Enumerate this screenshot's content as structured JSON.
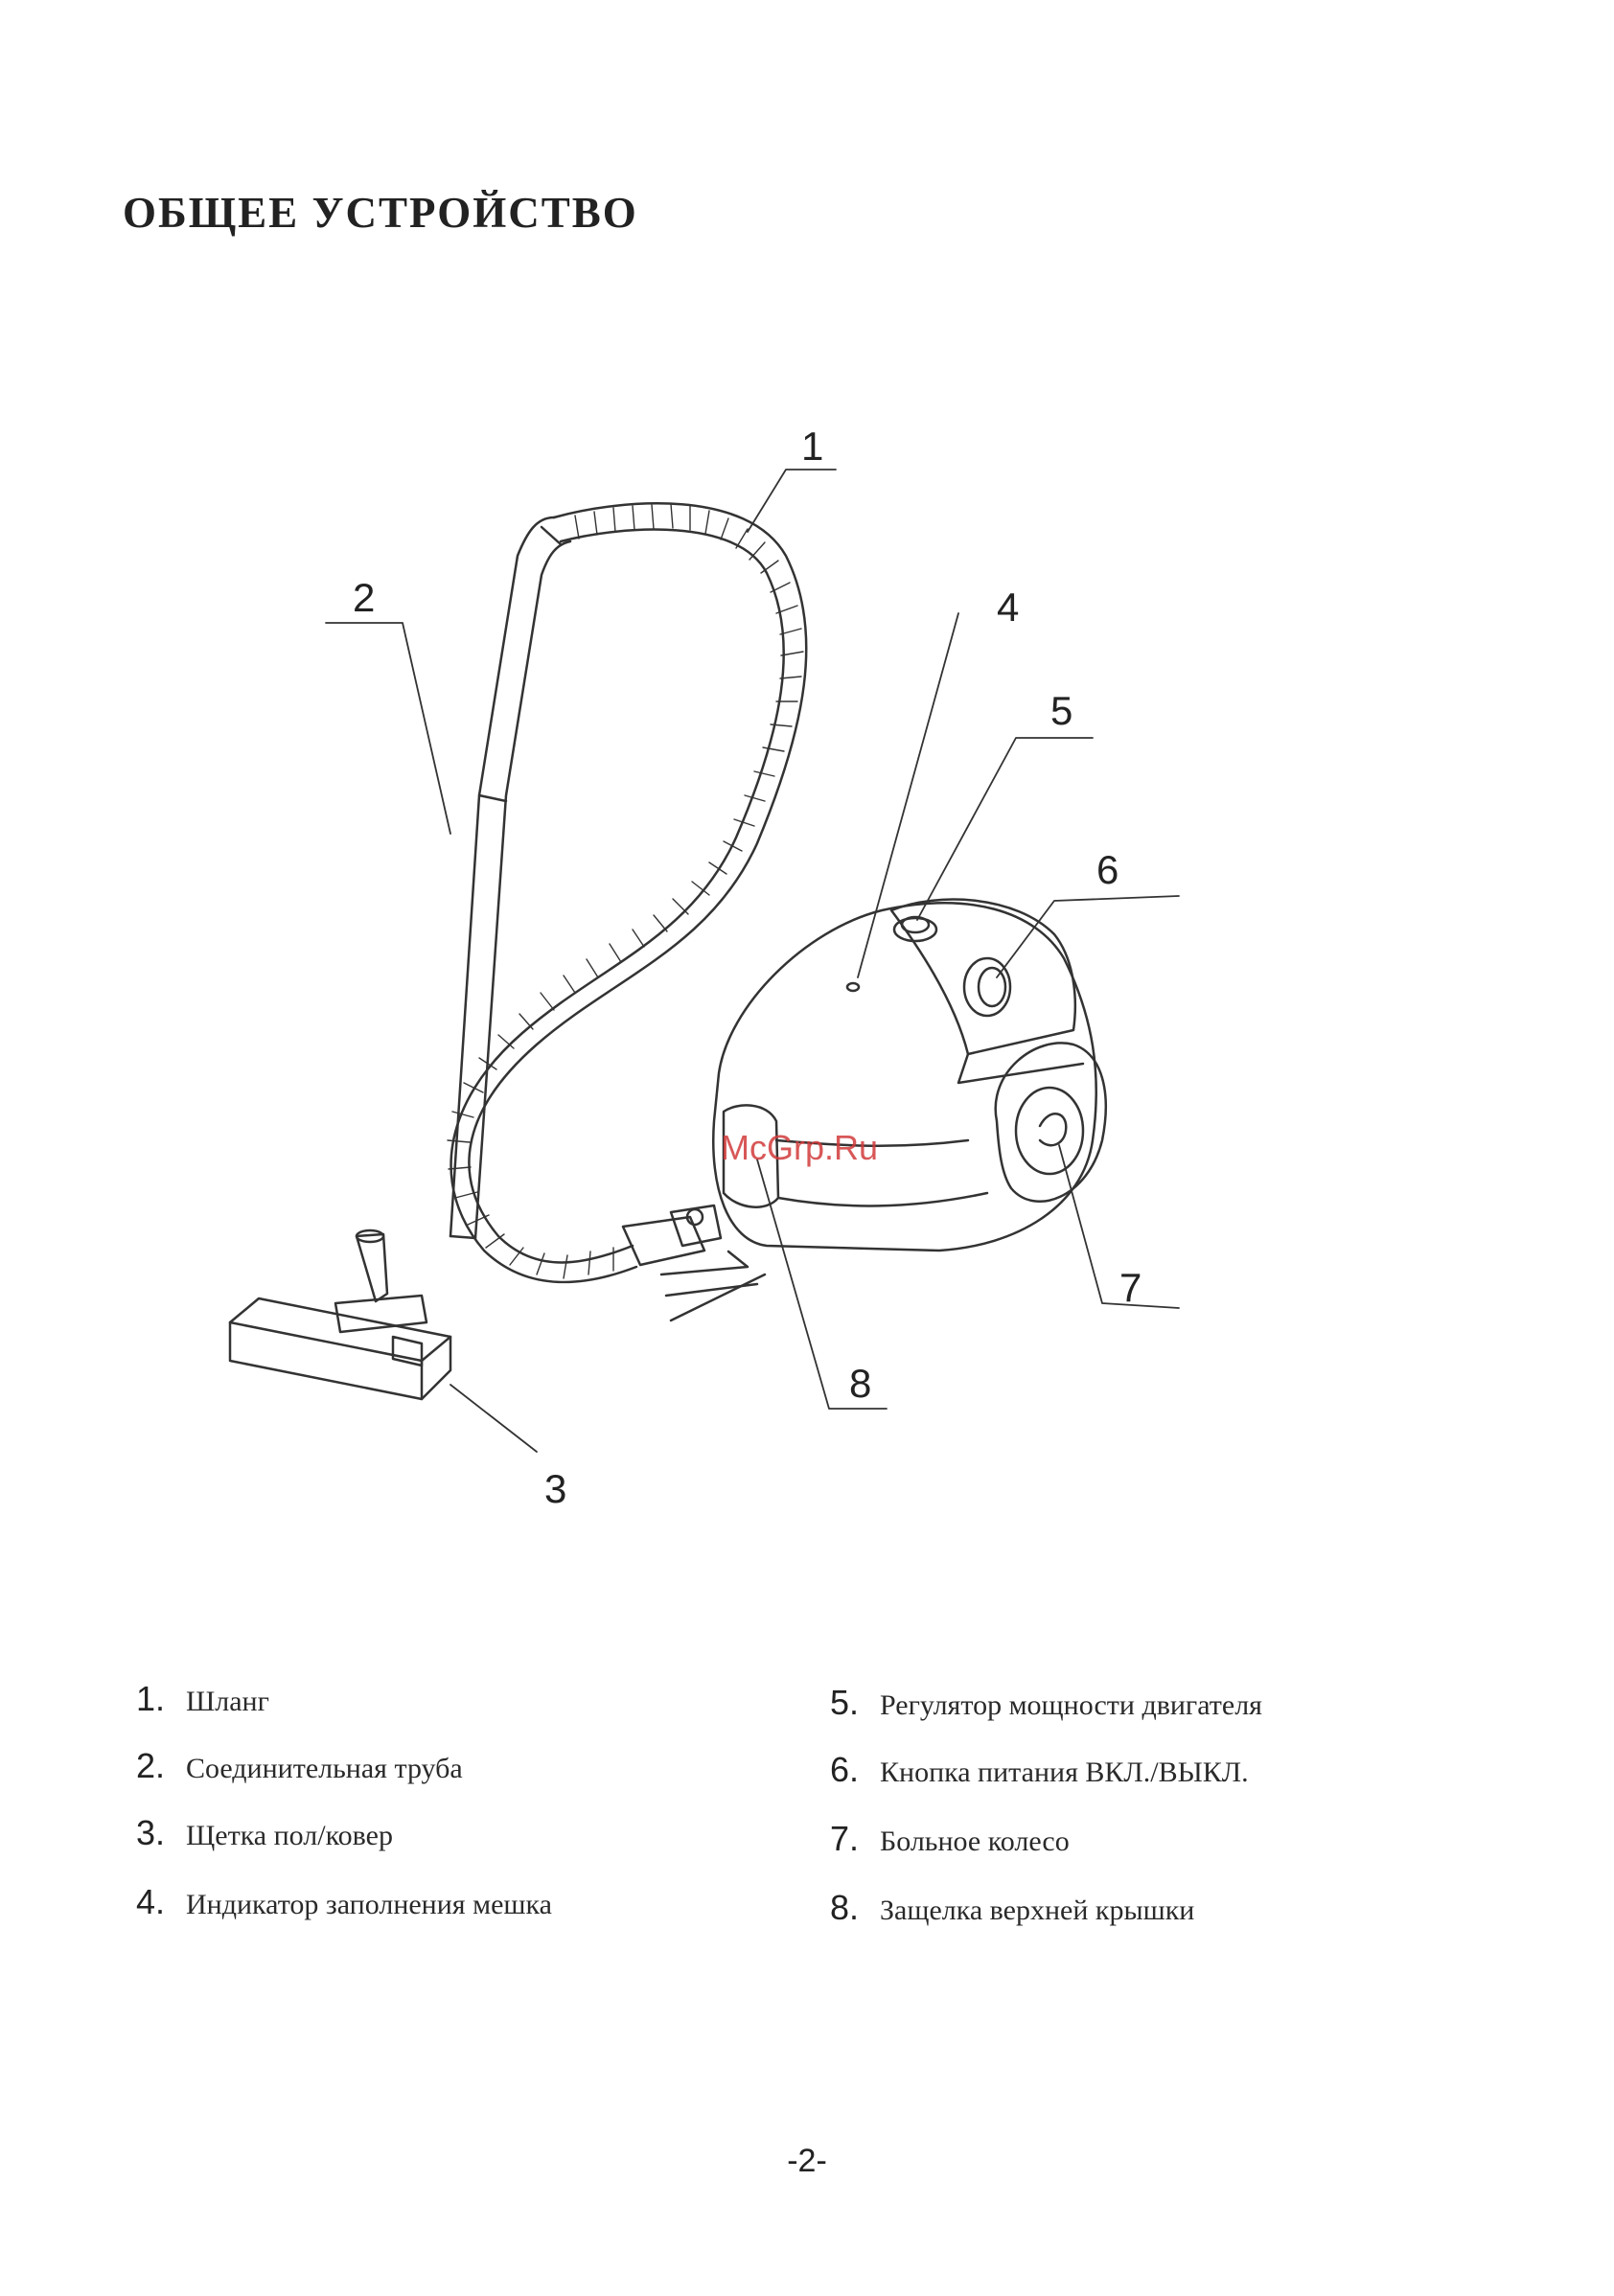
{
  "page": {
    "title": "ОБЩЕЕ УСТРОЙСТВО",
    "page_number": "-2-",
    "watermark": "McGrp.Ru"
  },
  "diagram": {
    "callouts": [
      "1",
      "2",
      "3",
      "4",
      "5",
      "6",
      "7",
      "8"
    ]
  },
  "legend": {
    "items": [
      {
        "num": "1.",
        "label": "Шланг"
      },
      {
        "num": "2.",
        "label": "Соединительная труба"
      },
      {
        "num": "3.",
        "label": "Щетка пол/ковер"
      },
      {
        "num": "4.",
        "label": "Индикатор заполнения мешка"
      },
      {
        "num": "5.",
        "label": "Регулятор мощности двигателя"
      },
      {
        "num": "6.",
        "label": "Кнопка питания ВКЛ./ВЫКЛ."
      },
      {
        "num": "7.",
        "label": "Больное колесо"
      },
      {
        "num": "8.",
        "label": "Защелка верхней крышки"
      }
    ]
  }
}
